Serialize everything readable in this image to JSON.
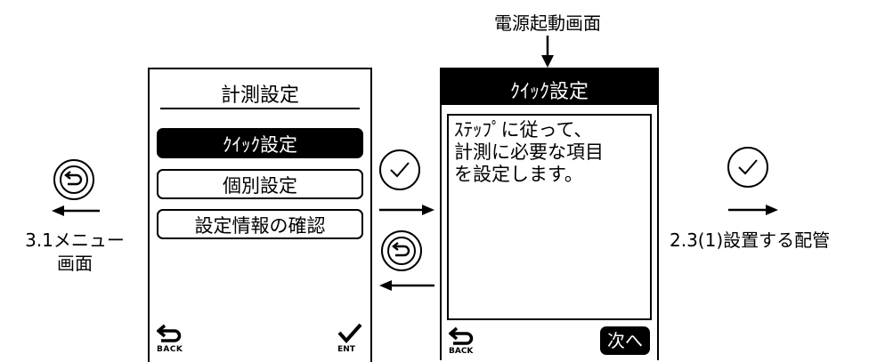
{
  "top_label": "電源起動画面",
  "left_screen": {
    "title": "計測設定",
    "menu_items": [
      {
        "label": "ｸｲｯｸ設定",
        "selected": true
      },
      {
        "label": "個別設定",
        "selected": false
      },
      {
        "label": "設定情報の確認",
        "selected": false
      }
    ],
    "back_icon": "back-icon",
    "back_caption": "BACK",
    "enter_icon": "check-icon",
    "enter_caption": "ENT"
  },
  "right_screen": {
    "title": "ｸｲｯｸ設定",
    "message": "ｽﾃｯﾌﾟに従って、\n計測に必要な項目\nを設定します。",
    "back_icon": "back-icon",
    "back_caption": "BACK",
    "next_label": "次へ"
  },
  "left_nav": {
    "line1": "3.1メニュー",
    "line2": "画面"
  },
  "right_nav": {
    "label": "2.3(1)設置する配管"
  },
  "icons": {
    "return_button": "return-circle-icon",
    "confirm_button": "check-circle-icon"
  }
}
